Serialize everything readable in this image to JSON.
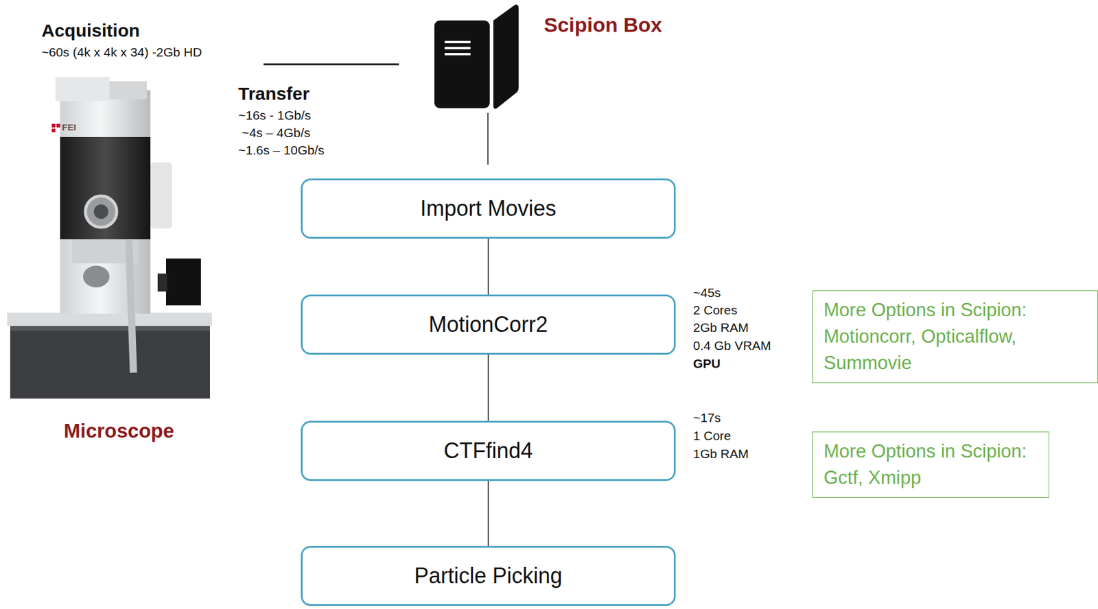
{
  "diagram": {
    "nodes": [
      {
        "text": [
          "Import Movies"
        ]
      },
      {
        "text": [
          "MotionCorr2"
        ]
      },
      {
        "text": [
          "CTFfind4"
        ]
      },
      {
        "text": [
          "Particle Picking"
        ]
      },
      {
        "text": [
          "More Options in Scipion: Motioncorr, Opticalflow, Summovie"
        ]
      },
      {
        "text": [
          "More Options in Scipion: Gctf, Xmipp"
        ]
      }
    ],
    "edges": [
      {
        "from": 0,
        "to": 1,
        "arrow": "none"
      },
      {
        "from": 1,
        "to": 2,
        "arrow": "none"
      },
      {
        "from": 2,
        "to": 3,
        "arrow": "none"
      }
    ],
    "labels": [
      "Acquisition",
      "~60s (4k x 4k x 34) -2Gb HD",
      "Scipion Box",
      "Transfer",
      "~16s - 1Gb/s",
      "~4s – 4Gb/s",
      "~1.6s – 10Gb/s",
      "Microscope",
      "~45s",
      "2 Cores",
      "2Gb RAM",
      "0.4 Gb VRAM",
      "GPU",
      "~17s",
      "1 Core",
      "1Gb RAM",
      "FEI"
    ]
  }
}
